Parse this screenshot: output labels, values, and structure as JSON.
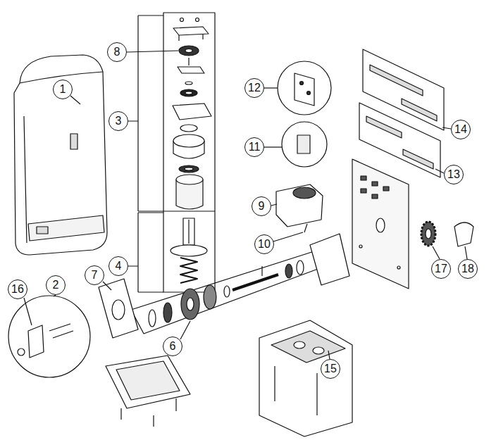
{
  "diagram": {
    "nodes": [
      {
        "text": [
          "1"
        ]
      },
      {
        "text": [
          "2"
        ]
      },
      {
        "text": [
          "3"
        ]
      },
      {
        "text": [
          "4"
        ]
      },
      {
        "text": [
          "6"
        ]
      },
      {
        "text": [
          "7"
        ]
      },
      {
        "text": [
          "8"
        ]
      },
      {
        "text": [
          "9"
        ]
      },
      {
        "text": [
          "10"
        ]
      },
      {
        "text": [
          "11"
        ]
      },
      {
        "text": [
          "12"
        ]
      },
      {
        "text": [
          "13"
        ]
      },
      {
        "text": [
          "14"
        ]
      },
      {
        "text": [
          "15"
        ]
      },
      {
        "text": [
          "16"
        ]
      },
      {
        "text": [
          "17"
        ]
      },
      {
        "text": [
          "18"
        ]
      }
    ]
  }
}
